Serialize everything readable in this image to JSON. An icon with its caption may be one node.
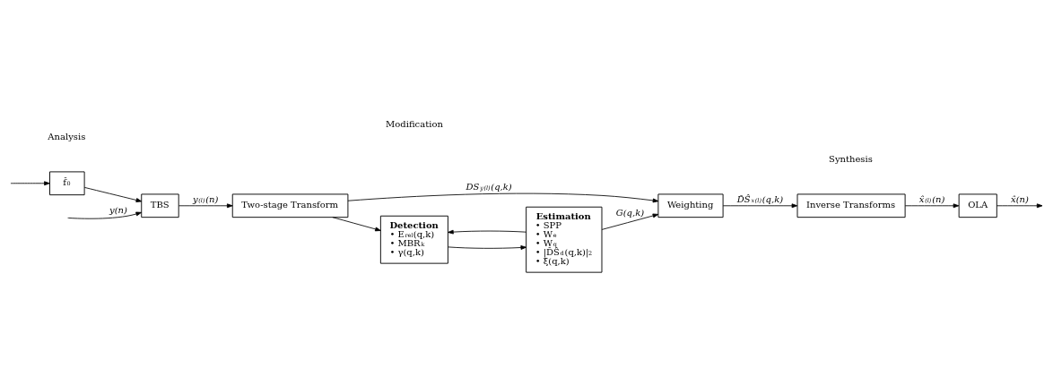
{
  "diagram": {
    "nodes": [
      {
        "text": [
          "TBS"
        ]
      },
      {
        "text": [
          "Two-stage Transform"
        ]
      },
      {
        "text": [
          "Weighting"
        ]
      },
      {
        "text": [
          "Inverse Transforms"
        ]
      },
      {
        "text": [
          "OLA"
        ]
      },
      {
        "text": [
          "f̂$_{0}$"
        ]
      },
      {
        "text": [
          "Detection",
          "• E$_{rel}$(q,k)",
          "• MBR$_{k}$",
          "• γ(q,k)"
        ]
      },
      {
        "text": [
          "Estimation",
          "• SPP",
          "• W$_{e}$",
          "• W$_{q}$",
          "• |D̂Ŝ$_{d}$(q,k)|$^{2}$",
          "• ξ(q,k)"
        ]
      }
    ],
    "edges": [
      {
        "from": null,
        "to": 0,
        "arrow": "to",
        "label": "y(n)"
      },
      {
        "from": null,
        "to": 5,
        "arrow": "to"
      },
      {
        "from": 5,
        "to": 0,
        "arrow": "to"
      },
      {
        "from": 0,
        "to": 1,
        "arrow": "to",
        "label": "y$^{(l)}$(n)"
      },
      {
        "from": 1,
        "to": 2,
        "arrow": "to",
        "label": "DS$_{y}$$^{(l)}$(q,k)"
      },
      {
        "from": 1,
        "to": 6,
        "arrow": "to"
      },
      {
        "from": 6,
        "to": 7,
        "arrow": "to"
      },
      {
        "from": 7,
        "to": 6,
        "arrow": "to"
      },
      {
        "from": 7,
        "to": 2,
        "arrow": "to",
        "label": "G(q,k)"
      },
      {
        "from": 2,
        "to": 3,
        "arrow": "to",
        "label": "D̂Ŝ$_{x}$$^{(l)}$(q,k)"
      },
      {
        "from": 3,
        "to": 4,
        "arrow": "to",
        "label": "x̂$^{(l)}$(n)"
      },
      {
        "from": 4,
        "to": null,
        "arrow": "to",
        "label": "x̂(n)"
      }
    ],
    "labels": [
      "Analysis",
      "Modification",
      "Synthesis"
    ]
  }
}
